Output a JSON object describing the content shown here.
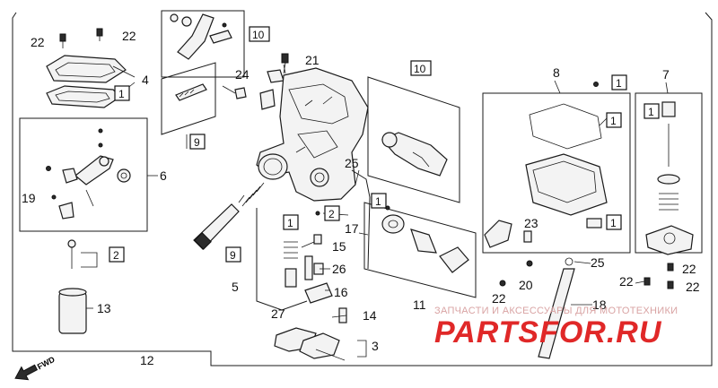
{
  "labels": {
    "l1a": "1",
    "l1b": "1",
    "l1c": "1",
    "l1d": "1",
    "l1e": "1",
    "l1f": "1",
    "l1g": "1",
    "l2a": "2",
    "l2b": "2",
    "l3": "3",
    "l4": "4",
    "l5": "5",
    "l6": "6",
    "l7": "7",
    "l8": "8",
    "l9a": "9",
    "l9b": "9",
    "l10a": "10",
    "l10b": "10",
    "l11": "11",
    "l12": "12",
    "l13": "13",
    "l14": "14",
    "l15": "15",
    "l16": "16",
    "l17": "17",
    "l18": "18",
    "l19": "19",
    "l20": "20",
    "l21": "21",
    "l22a": "22",
    "l22b": "22",
    "l22c": "22",
    "l22d": "22",
    "l22e": "22",
    "l22f": "22",
    "l23": "23",
    "l24": "24",
    "l25a": "25",
    "l25b": "25",
    "l26": "26",
    "l27": "27"
  },
  "fwd": "FWD",
  "watermark": {
    "caption": "ЗАПЧАСТИ И АКСЕССУАРЫ ДЛЯ МОТОТЕХНИКИ",
    "logo": "PARTSFOR.RU"
  },
  "colors": {
    "line": "#1a1a1a",
    "watermark_logo": "#e02828",
    "watermark_caption": "#d9a3a3"
  }
}
